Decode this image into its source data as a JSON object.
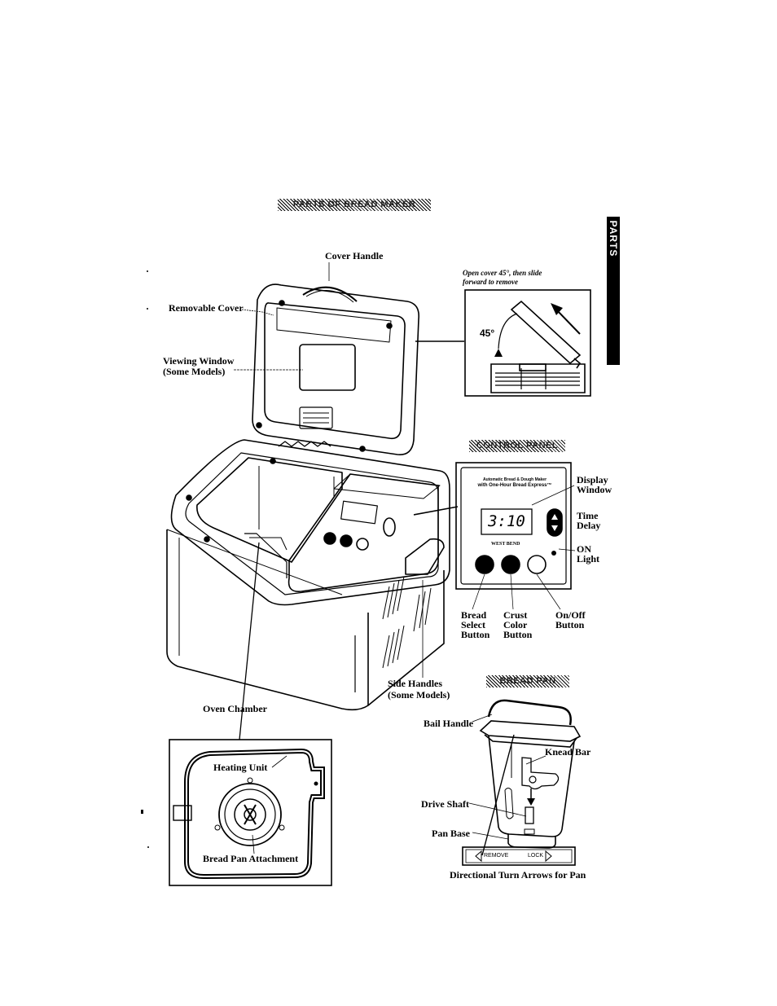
{
  "side_tab": "PARTS",
  "headings": {
    "parts": "PARTS OF BREAD MAKER",
    "control_panel": "CONTROL PANEL",
    "bread_pan": "BREAD PAN"
  },
  "labels": {
    "cover_handle": "Cover Handle",
    "removable_cover": "Removable Cover",
    "viewing_window_1": "Viewing Window",
    "viewing_window_2": "(Some Models)",
    "side_handles_1": "Side Handles",
    "side_handles_2": "(Some Models)",
    "oven_chamber": "Oven Chamber",
    "heating_unit": "Heating Unit",
    "bread_pan_attachment": "Bread Pan Attachment"
  },
  "cover_note": {
    "line1": "Open cover 45°, then slide",
    "line2": "forward to remove",
    "angle": "45°"
  },
  "control_panel": {
    "title_line1": "Automatic Bread & Dough Maker",
    "title_line2": "with One-Hour Bread Express™",
    "display_value": "3:10",
    "brand": "WEST BEND",
    "labels": {
      "display_1": "Display",
      "display_2": "Window",
      "time_1": "Time",
      "time_2": "Delay",
      "on_1": "ON",
      "on_2": "Light",
      "bread_select_1": "Bread",
      "bread_select_2": "Select",
      "bread_select_3": "Button",
      "crust_1": "Crust",
      "crust_2": "Color",
      "crust_3": "Button",
      "onoff_1": "On/Off",
      "onoff_2": "Button"
    }
  },
  "bread_pan": {
    "bail_handle": "Bail Handle",
    "knead_bar": "Knead Bar",
    "drive_shaft": "Drive Shaft",
    "pan_base": "Pan Base",
    "remove": "REMOVE",
    "lock": "LOCK",
    "arrows_caption": "Directional Turn Arrows for Pan"
  }
}
